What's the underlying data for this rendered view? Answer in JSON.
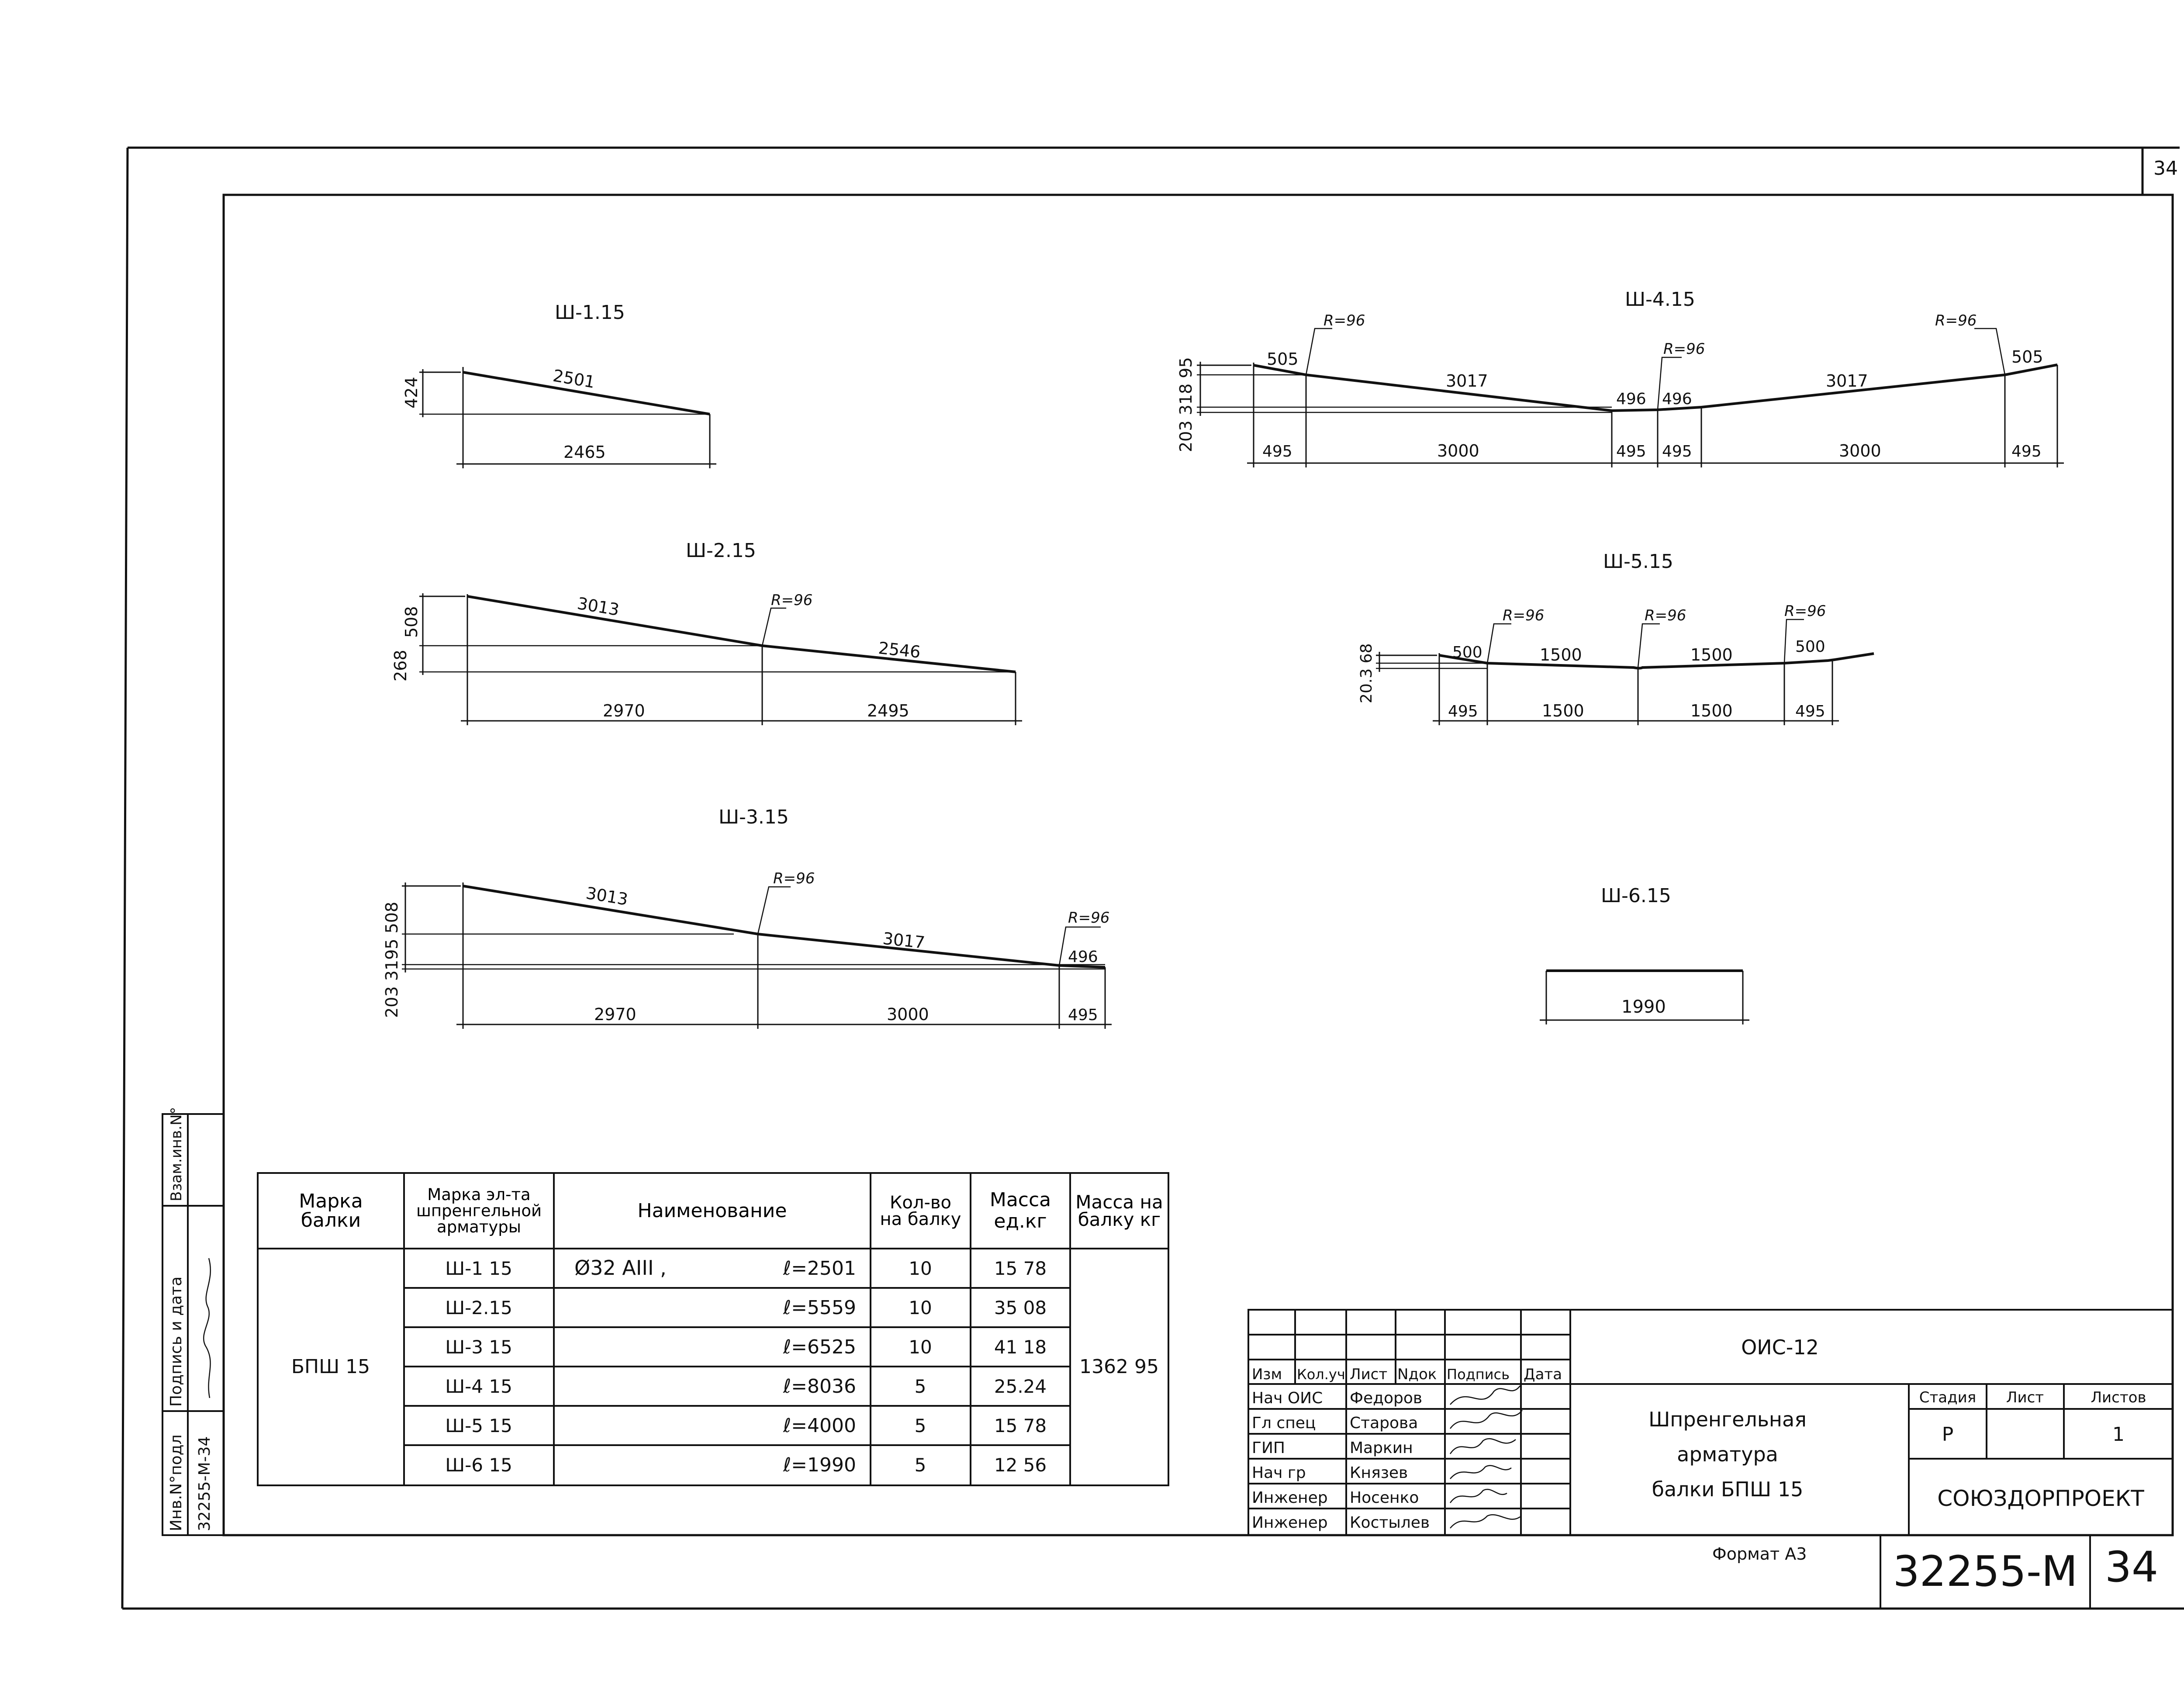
{
  "corner_sheet_number": "34",
  "drawings": [
    {
      "id": "sh1",
      "title": "Ш-1.15",
      "labels": {
        "rod": "2501",
        "height": "424",
        "base": "2465"
      }
    },
    {
      "id": "sh2",
      "title": "Ш-2.15",
      "labels": {
        "rod1": "3013",
        "rod2": "2546",
        "radius": "R=96",
        "h1": "508",
        "h2": "268",
        "base1": "2970",
        "base2": "2495"
      }
    },
    {
      "id": "sh3",
      "title": "Ш-3.15",
      "labels": {
        "rod1": "3013",
        "rod2": "3017",
        "rod3": "496",
        "radius1": "R=96",
        "radius2": "R=96",
        "heights": "203 3195 508",
        "base1": "2970",
        "base2": "3000",
        "base3": "495"
      }
    },
    {
      "id": "sh4",
      "title": "Ш-4.15",
      "labels": {
        "rod1": "505",
        "rod2": "3017",
        "rod3": "496",
        "rod4": "496",
        "rod5": "3017",
        "rod6": "505",
        "radius1": "R=96",
        "radius2": "R=96",
        "radius3": "R=96",
        "heights": "203 318 95",
        "base1": "495",
        "base2": "3000",
        "base3": "495",
        "base4": "495",
        "base5": "3000",
        "base6": "495"
      }
    },
    {
      "id": "sh5",
      "title": "Ш-5.15",
      "labels": {
        "rod1": "500",
        "rod2": "1500",
        "rod3": "1500",
        "rod4": "500",
        "radius1": "R=96",
        "radius2": "R=96",
        "radius3": "R=96",
        "heights": "20.3 68",
        "base1": "495",
        "base2": "1500",
        "base3": "1500",
        "base4": "495"
      }
    },
    {
      "id": "sh6",
      "title": "Ш-6.15",
      "labels": {
        "base": "1990"
      }
    }
  ],
  "spec_table": {
    "headers": [
      "Марка балки",
      "Марка эл-та шпренгельной арматуры",
      "Наименование",
      "Кол-во на балку",
      "Масса ед.кг",
      "Масса на балку кг"
    ],
    "beam": "БПШ 15",
    "rebar": "Ø32 AIII ,",
    "total_mass": "1362 95",
    "rows": [
      {
        "mark": "Ш-1 15",
        "length": "ℓ=2501",
        "qty": "10",
        "mass": "15 78"
      },
      {
        "mark": "Ш-2.15",
        "length": "ℓ=5559",
        "qty": "10",
        "mass": "35 08"
      },
      {
        "mark": "Ш-3 15",
        "length": "ℓ=6525",
        "qty": "10",
        "mass": "41 18"
      },
      {
        "mark": "Ш-4 15",
        "length": "ℓ=8036",
        "qty": "5",
        "mass": "25.24"
      },
      {
        "mark": "Ш-5 15",
        "length": "ℓ=4000",
        "qty": "5",
        "mass": "15 78"
      },
      {
        "mark": "Ш-6 15",
        "length": "ℓ=1990",
        "qty": "5",
        "mass": "12 56"
      }
    ]
  },
  "side_stamp": {
    "labels": [
      "Инв.N°подл",
      "Подпись и дата",
      "Взам.инв.N°"
    ],
    "values": [
      "32255-М-34",
      "",
      ""
    ]
  },
  "title_block": {
    "code": "ОИС-12",
    "header_cols": [
      "Изм",
      "Кол.уч",
      "Лист",
      "Nдок",
      "Подпись",
      "Дата"
    ],
    "roles": [
      {
        "role": "Нач ОИС",
        "name": "Федоров"
      },
      {
        "role": "Гл спец",
        "name": "Старова"
      },
      {
        "role": "ГИП",
        "name": "Маркин"
      },
      {
        "role": "Нач гр",
        "name": "Князев"
      },
      {
        "role": "Инженер",
        "name": "Носенко"
      },
      {
        "role": "Инженер",
        "name": "Костылев"
      }
    ],
    "title_lines": [
      "Шпренгельная",
      "арматура",
      "балки БПШ 15"
    ],
    "stage_label": "Стадия",
    "sheet_label": "Лист",
    "sheets_label": "Листов",
    "stage": "Р",
    "sheet": "",
    "sheets": "1",
    "org": "СОЮЗДОРПРОЕКТ",
    "format": "Формат А3",
    "doc_number": "32255-М",
    "sheet_number": "34"
  }
}
